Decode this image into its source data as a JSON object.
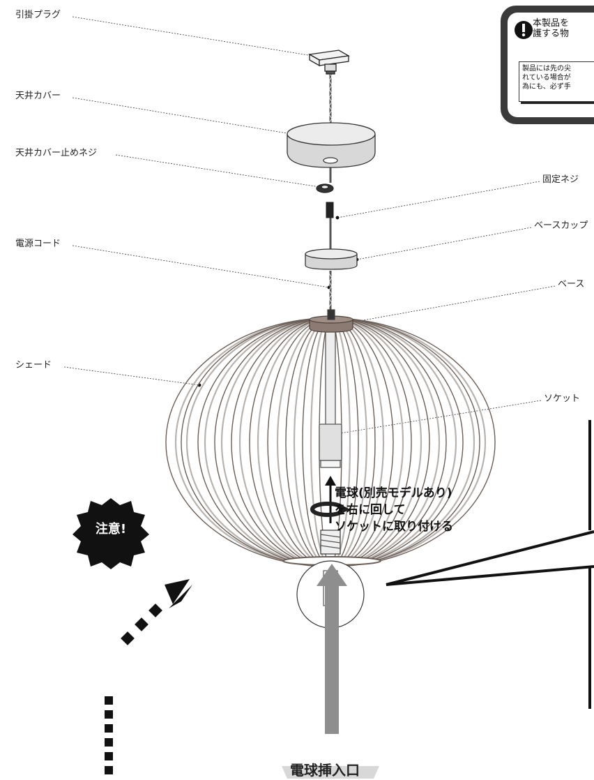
{
  "labels_left": {
    "plug": "引掛プラグ",
    "ceiling_cover": "天井カバー",
    "ceiling_cover_screw": "天井カバー止めネジ",
    "power_cord": "電源コード",
    "shade": "シェード"
  },
  "labels_right": {
    "fixing_screw": "固定ネジ",
    "base_cup": "ベースカップ",
    "base": "ベース",
    "socket": "ソケット"
  },
  "warning": {
    "headline_1": "本製品を",
    "headline_2": "護する物",
    "body_1": "製品には先の尖",
    "body_2": "れている場合が",
    "body_3": "為にも、必ず手"
  },
  "instruction": {
    "line_1": "電球(別売モデルあり)",
    "line_2": "を右に回して",
    "line_3": "ソケットに取り付ける"
  },
  "bulb_entry_label": "電球挿入口",
  "caution_badge": "注意!",
  "colors": {
    "shade_dark": "#6b5e57",
    "shade_light": "#b7b2ae",
    "warning_dark": "#3a3a3a",
    "entry_arrow": "#8e8e8e"
  }
}
